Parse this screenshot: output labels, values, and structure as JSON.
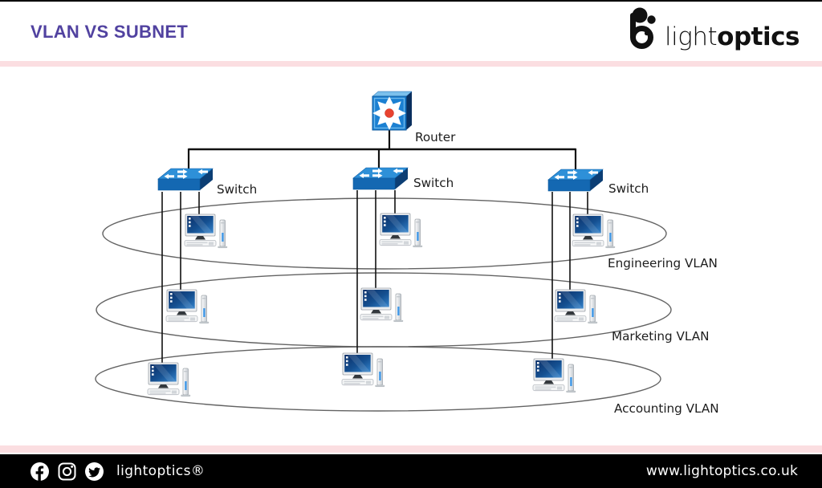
{
  "header": {
    "title": "VLAN VS SUBNET",
    "logo": {
      "light": "light",
      "bold": "optics"
    }
  },
  "diagram": {
    "router_label": "Router",
    "switch_labels": [
      "Switch",
      "Switch",
      "Switch"
    ],
    "vlan_labels": [
      "Engineering VLAN",
      "Marketing VLAN",
      "Accounting VLAN"
    ]
  },
  "footer": {
    "brand": "lightoptics®",
    "website": "www.lightoptics.co.uk",
    "social_icons": [
      "facebook-icon",
      "instagram-icon",
      "twitter-icon"
    ]
  },
  "colors": {
    "title_purple": "#5142a0",
    "divider_pink": "#fbdee1",
    "router_blue": "#1b80d2",
    "switch_blue": "#1468b2",
    "red_center": "#e8432f",
    "line_black": "#111111",
    "ellipse_gray": "#636363",
    "footer_bg": "#000000"
  }
}
